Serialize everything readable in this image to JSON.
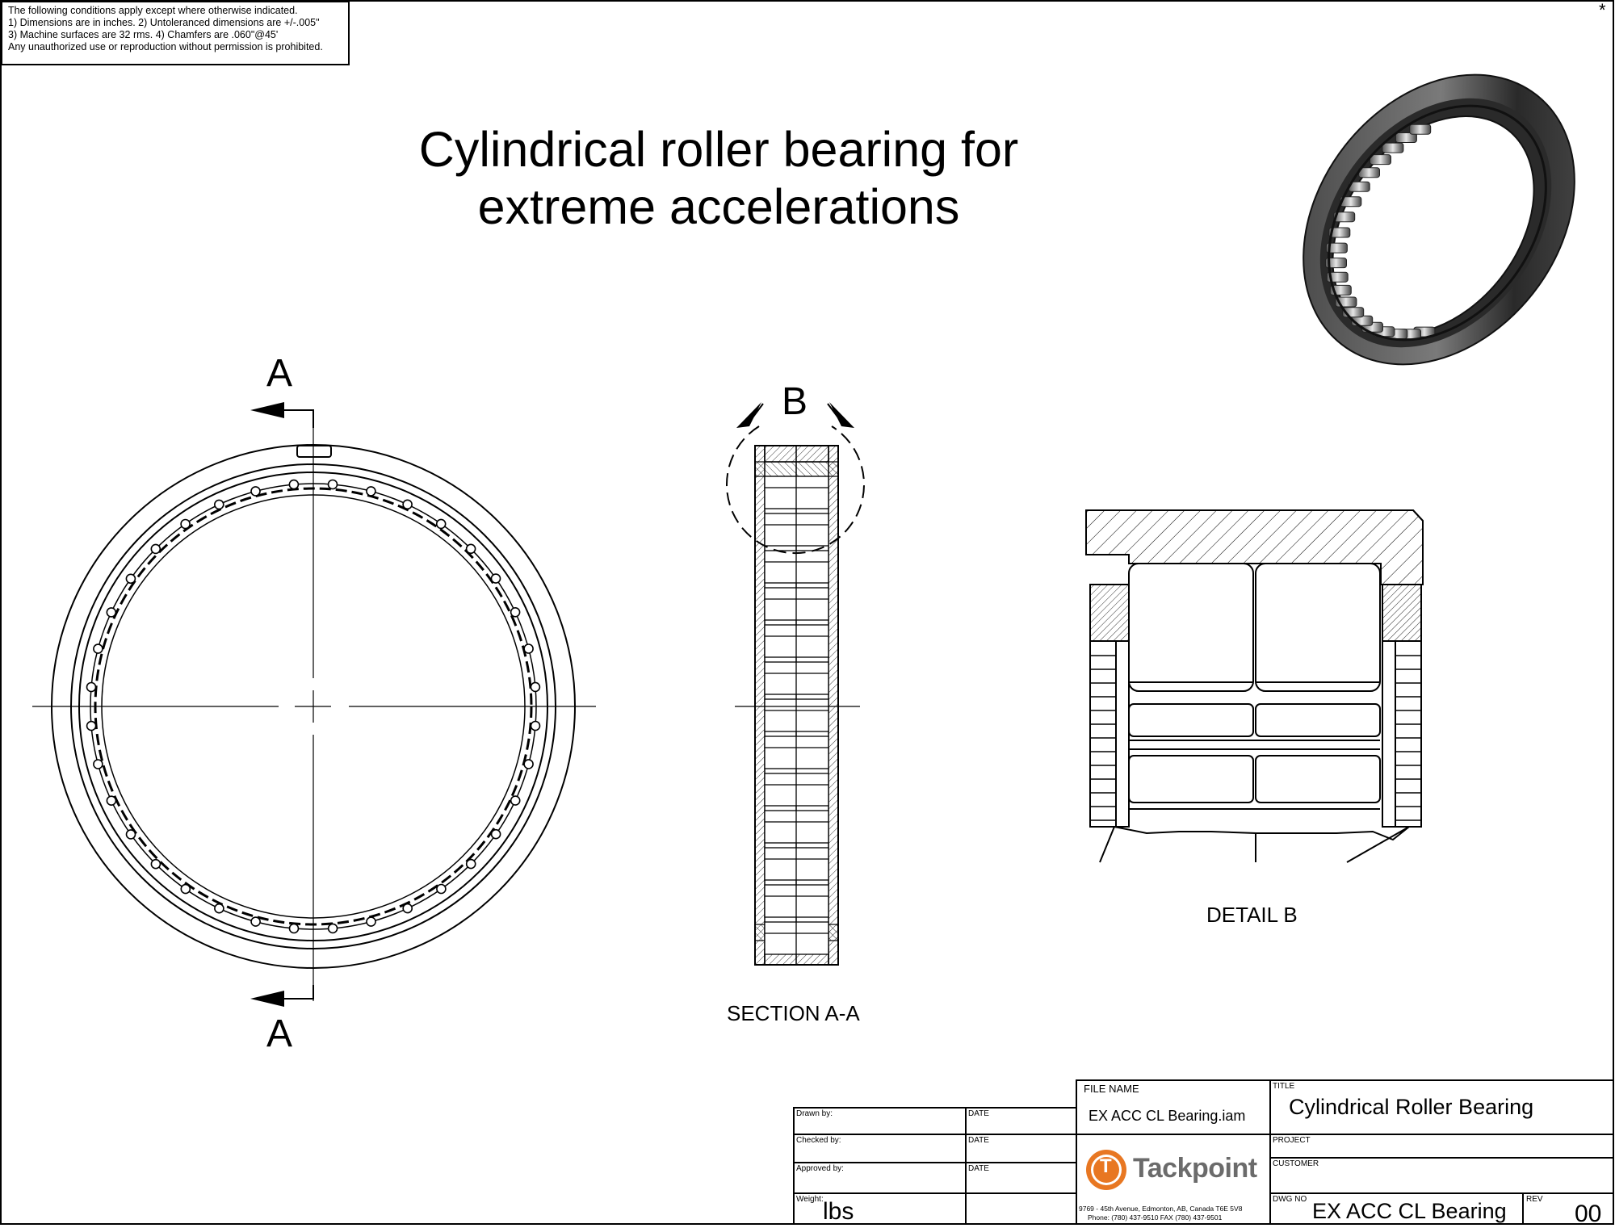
{
  "notes": [
    "The following conditions apply except where otherwise indicated.",
    "1) Dimensions are in inches.  2) Untoleranced dimensions are +/-.005\"",
    "3) Machine surfaces are 32 rms.  4) Chamfers are .060\"@45'",
    "Any unauthorized use or reproduction without permission is prohibited."
  ],
  "corner_mark": "*",
  "drawing_title": [
    "Cylindrical roller bearing for",
    "extreme accelerations"
  ],
  "views": {
    "section_letter": "A",
    "detail_letter": "B",
    "section_label": "SECTION A-A",
    "detail_label": "DETAIL  B"
  },
  "title_block": {
    "drawn_by_label": "Drawn by:",
    "checked_by_label": "Checked by:",
    "approved_by_label": "Approved by:",
    "date_label": "DATE",
    "weight_label": "Weight:",
    "weight_unit": "lbs",
    "file_name_label": "FILE NAME",
    "file_name": "EX ACC CL Bearing.iam",
    "company": "Tackpoint",
    "logo_letter": "T",
    "address_line1": "9769 - 45th Avenue, Edmonton, AB, Canada T6E 5V8",
    "address_line2": "Phone: (780) 437-9510       FAX (780) 437-9501",
    "title_label": "TITLE",
    "title": "Cylindrical Roller Bearing",
    "project_label": "PROJECT",
    "customer_label": "CUSTOMER",
    "dwg_no_label": "DWG NO",
    "dwg_no": "EX ACC CL Bearing",
    "rev_label": "REV",
    "rev": "00"
  },
  "colors": {
    "line": "#000000",
    "accent_orange": "#e87722",
    "logo_gray": "#6b6b6b",
    "iso_dark": "#1a1a1a"
  }
}
